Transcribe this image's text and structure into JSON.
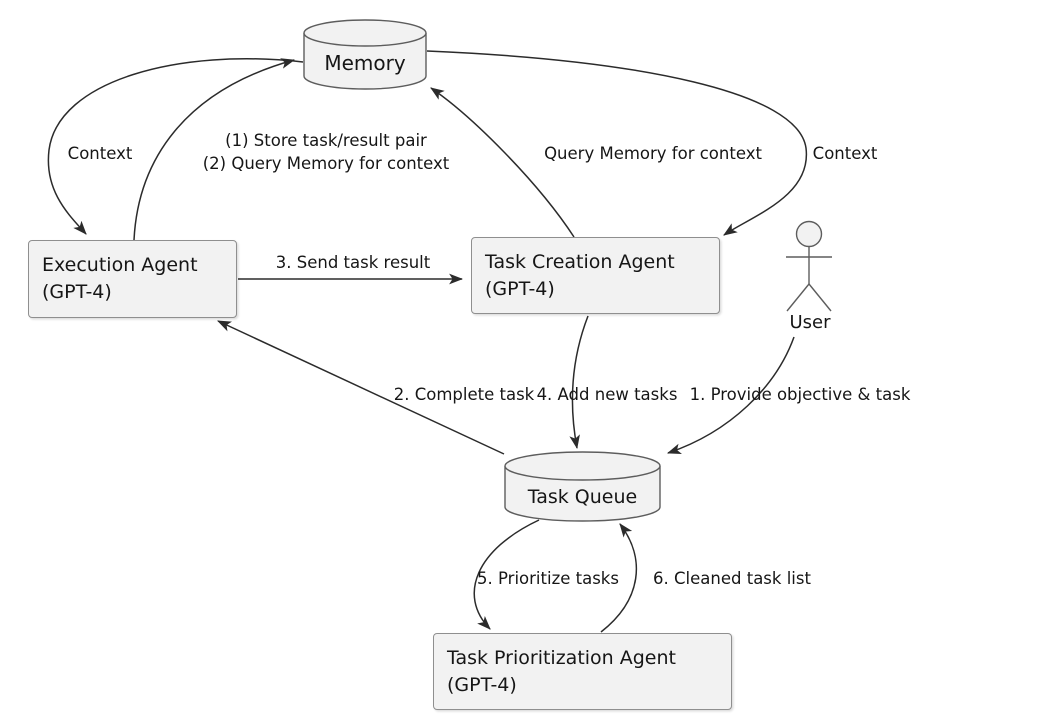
{
  "nodes": {
    "memory": {
      "label": "Memory",
      "shape": "cylinder"
    },
    "execution_agent": {
      "label": "Execution Agent",
      "sublabel": "(GPT-4)",
      "shape": "box"
    },
    "task_creation_agent": {
      "label": "Task Creation Agent",
      "sublabel": "(GPT-4)",
      "shape": "box"
    },
    "user": {
      "label": "User",
      "shape": "stick-figure"
    },
    "task_queue": {
      "label": "Task Queue",
      "shape": "cylinder"
    },
    "task_prioritization_agent": {
      "label": "Task Prioritization Agent",
      "sublabel": "(GPT-4)",
      "shape": "box"
    }
  },
  "edges": {
    "context_left": {
      "label": "Context",
      "from": "Memory",
      "to": "Execution Agent"
    },
    "store_query": {
      "lines": [
        "(1) Store task/result pair",
        "(2) Query Memory for context"
      ],
      "from": "Execution Agent",
      "to": "Memory"
    },
    "query_memory": {
      "label": "Query Memory for context",
      "from": "Task Creation Agent",
      "to": "Memory"
    },
    "context_right": {
      "label": "Context",
      "from": "Memory",
      "to": "Task Creation Agent"
    },
    "send_task_result": {
      "label": "3. Send task result",
      "from": "Execution Agent",
      "to": "Task Creation Agent"
    },
    "complete_task": {
      "label": "2. Complete task",
      "from": "Task Queue",
      "to": "Execution Agent"
    },
    "add_new_tasks": {
      "label": "4. Add new tasks",
      "from": "Task Creation Agent",
      "to": "Task Queue"
    },
    "provide_objective": {
      "label": "1. Provide objective & task",
      "from": "User",
      "to": "Task Queue"
    },
    "prioritize_tasks": {
      "label": "5. Prioritize tasks",
      "from": "Task Queue",
      "to": "Task Prioritization Agent"
    },
    "cleaned_task_list": {
      "label": "6. Cleaned task list",
      "from": "Task Prioritization Agent",
      "to": "Task Queue"
    }
  },
  "colors": {
    "background": "#ffffff",
    "node_fill": "#f2f2f2",
    "box_border": "#8f8f8f",
    "shape_stroke": "#5d5d5d",
    "arrow_color": "#2b2b2b",
    "text_color": "#161616"
  }
}
